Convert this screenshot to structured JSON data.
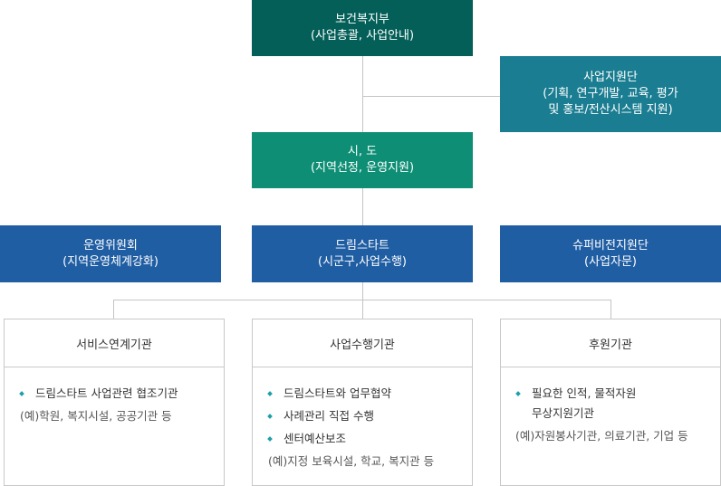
{
  "colors": {
    "ministry": "#045f58",
    "support_team": "#1a7d91",
    "city": "#0e8f75",
    "level3": "#205ea3",
    "line": "#c4c4c4",
    "bullet": "#1aa0a8"
  },
  "nodes": {
    "ministry": {
      "line1": "보건복지부",
      "line2": "(사업총괄, 사업안내)"
    },
    "support_team": {
      "line1": "사업지원단",
      "line2": "(기획, 연구개발, 교육, 평가",
      "line3": "및 홍보/전산시스템 지원)"
    },
    "city": {
      "line1": "시, 도",
      "line2": "(지역선정, 운영지원)"
    },
    "committee": {
      "line1": "운영위원회",
      "line2": "(지역운영체계강화)"
    },
    "dreamstart": {
      "line1": "드림스타트",
      "line2": "(시군구,사업수행)"
    },
    "supervision": {
      "line1": "슈퍼비전지원단",
      "line2": "(사업자문)"
    }
  },
  "cards": {
    "service_link": {
      "title": "서비스연계기관",
      "bullets": [
        "드림스타트 사업관련 협조기관"
      ],
      "example": "(예)학원, 복지시설, 공공기관 등"
    },
    "execution": {
      "title": "사업수행기관",
      "bullets": [
        "드림스타트와 업무협약",
        "사례관리 직접 수행",
        "센터예산보조"
      ],
      "example": "(예)지정 보육시설, 학교, 복지관 등"
    },
    "sponsor": {
      "title": "후원기관",
      "bullet_line1": "필요한 인적, 물적자원",
      "bullet_line2": "무상지원기관",
      "example": "(예)자원봉사기관, 의료기관, 기업 등"
    }
  }
}
